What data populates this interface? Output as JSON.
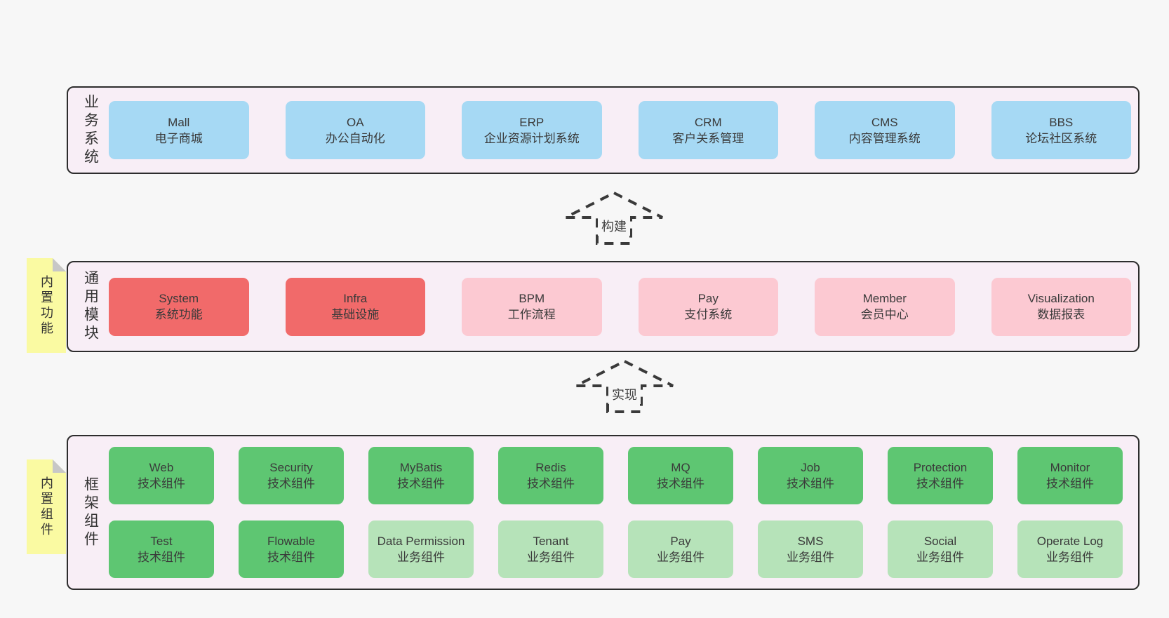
{
  "title": "layered-architecture-diagram",
  "colors": {
    "page_bg": "#f7f7f7",
    "panel_bg": "#f8eef6",
    "panel_border": "#2d2d2d",
    "blue": "#a6d9f4",
    "red": "#f16a6a",
    "pink": "#fcc9d2",
    "green": "#5ec672",
    "lightgreen": "#b6e3b9",
    "note_yellow": "#fafaa2",
    "note_fold_gray": "#c7c7c7",
    "text": "#3a3a3a"
  },
  "layers": [
    {
      "id": "business",
      "label": "业务系统",
      "note": null,
      "rows": [
        [
          {
            "title": "Mall",
            "subtitle": "电子商城",
            "variant": "blue"
          },
          {
            "title": "OA",
            "subtitle": "办公自动化",
            "variant": "blue"
          },
          {
            "title": "ERP",
            "subtitle": "企业资源计划系统",
            "variant": "blue"
          },
          {
            "title": "CRM",
            "subtitle": "客户关系管理",
            "variant": "blue"
          },
          {
            "title": "CMS",
            "subtitle": "内容管理系统",
            "variant": "blue"
          },
          {
            "title": "BBS",
            "subtitle": "论坛社区系统",
            "variant": "blue"
          }
        ]
      ]
    },
    {
      "id": "modules",
      "label": "通用模块",
      "note": "内置功能",
      "rows": [
        [
          {
            "title": "System",
            "subtitle": "系统功能",
            "variant": "red"
          },
          {
            "title": "Infra",
            "subtitle": "基础设施",
            "variant": "red"
          },
          {
            "title": "BPM",
            "subtitle": "工作流程",
            "variant": "pink"
          },
          {
            "title": "Pay",
            "subtitle": "支付系统",
            "variant": "pink"
          },
          {
            "title": "Member",
            "subtitle": "会员中心",
            "variant": "pink"
          },
          {
            "title": "Visualization",
            "subtitle": "数据报表",
            "variant": "pink"
          }
        ]
      ]
    },
    {
      "id": "components",
      "label": "框架组件",
      "note": "内置组件",
      "rows": [
        [
          {
            "title": "Web",
            "subtitle": "技术组件",
            "variant": "green"
          },
          {
            "title": "Security",
            "subtitle": "技术组件",
            "variant": "green"
          },
          {
            "title": "MyBatis",
            "subtitle": "技术组件",
            "variant": "green"
          },
          {
            "title": "Redis",
            "subtitle": "技术组件",
            "variant": "green"
          },
          {
            "title": "MQ",
            "subtitle": "技术组件",
            "variant": "green"
          },
          {
            "title": "Job",
            "subtitle": "技术组件",
            "variant": "green"
          },
          {
            "title": "Protection",
            "subtitle": "技术组件",
            "variant": "green"
          },
          {
            "title": "Monitor",
            "subtitle": "技术组件",
            "variant": "green"
          }
        ],
        [
          {
            "title": "Test",
            "subtitle": "技术组件",
            "variant": "green"
          },
          {
            "title": "Flowable",
            "subtitle": "技术组件",
            "variant": "green"
          },
          {
            "title": "Data Permission",
            "subtitle": "业务组件",
            "variant": "lightgreen"
          },
          {
            "title": "Tenant",
            "subtitle": "业务组件",
            "variant": "lightgreen"
          },
          {
            "title": "Pay",
            "subtitle": "业务组件",
            "variant": "lightgreen"
          },
          {
            "title": "SMS",
            "subtitle": "业务组件",
            "variant": "lightgreen"
          },
          {
            "title": "Social",
            "subtitle": "业务组件",
            "variant": "lightgreen"
          },
          {
            "title": "Operate Log",
            "subtitle": "业务组件",
            "variant": "lightgreen"
          }
        ]
      ]
    }
  ],
  "arrows": [
    {
      "label": "构建"
    },
    {
      "label": "实现"
    }
  ]
}
